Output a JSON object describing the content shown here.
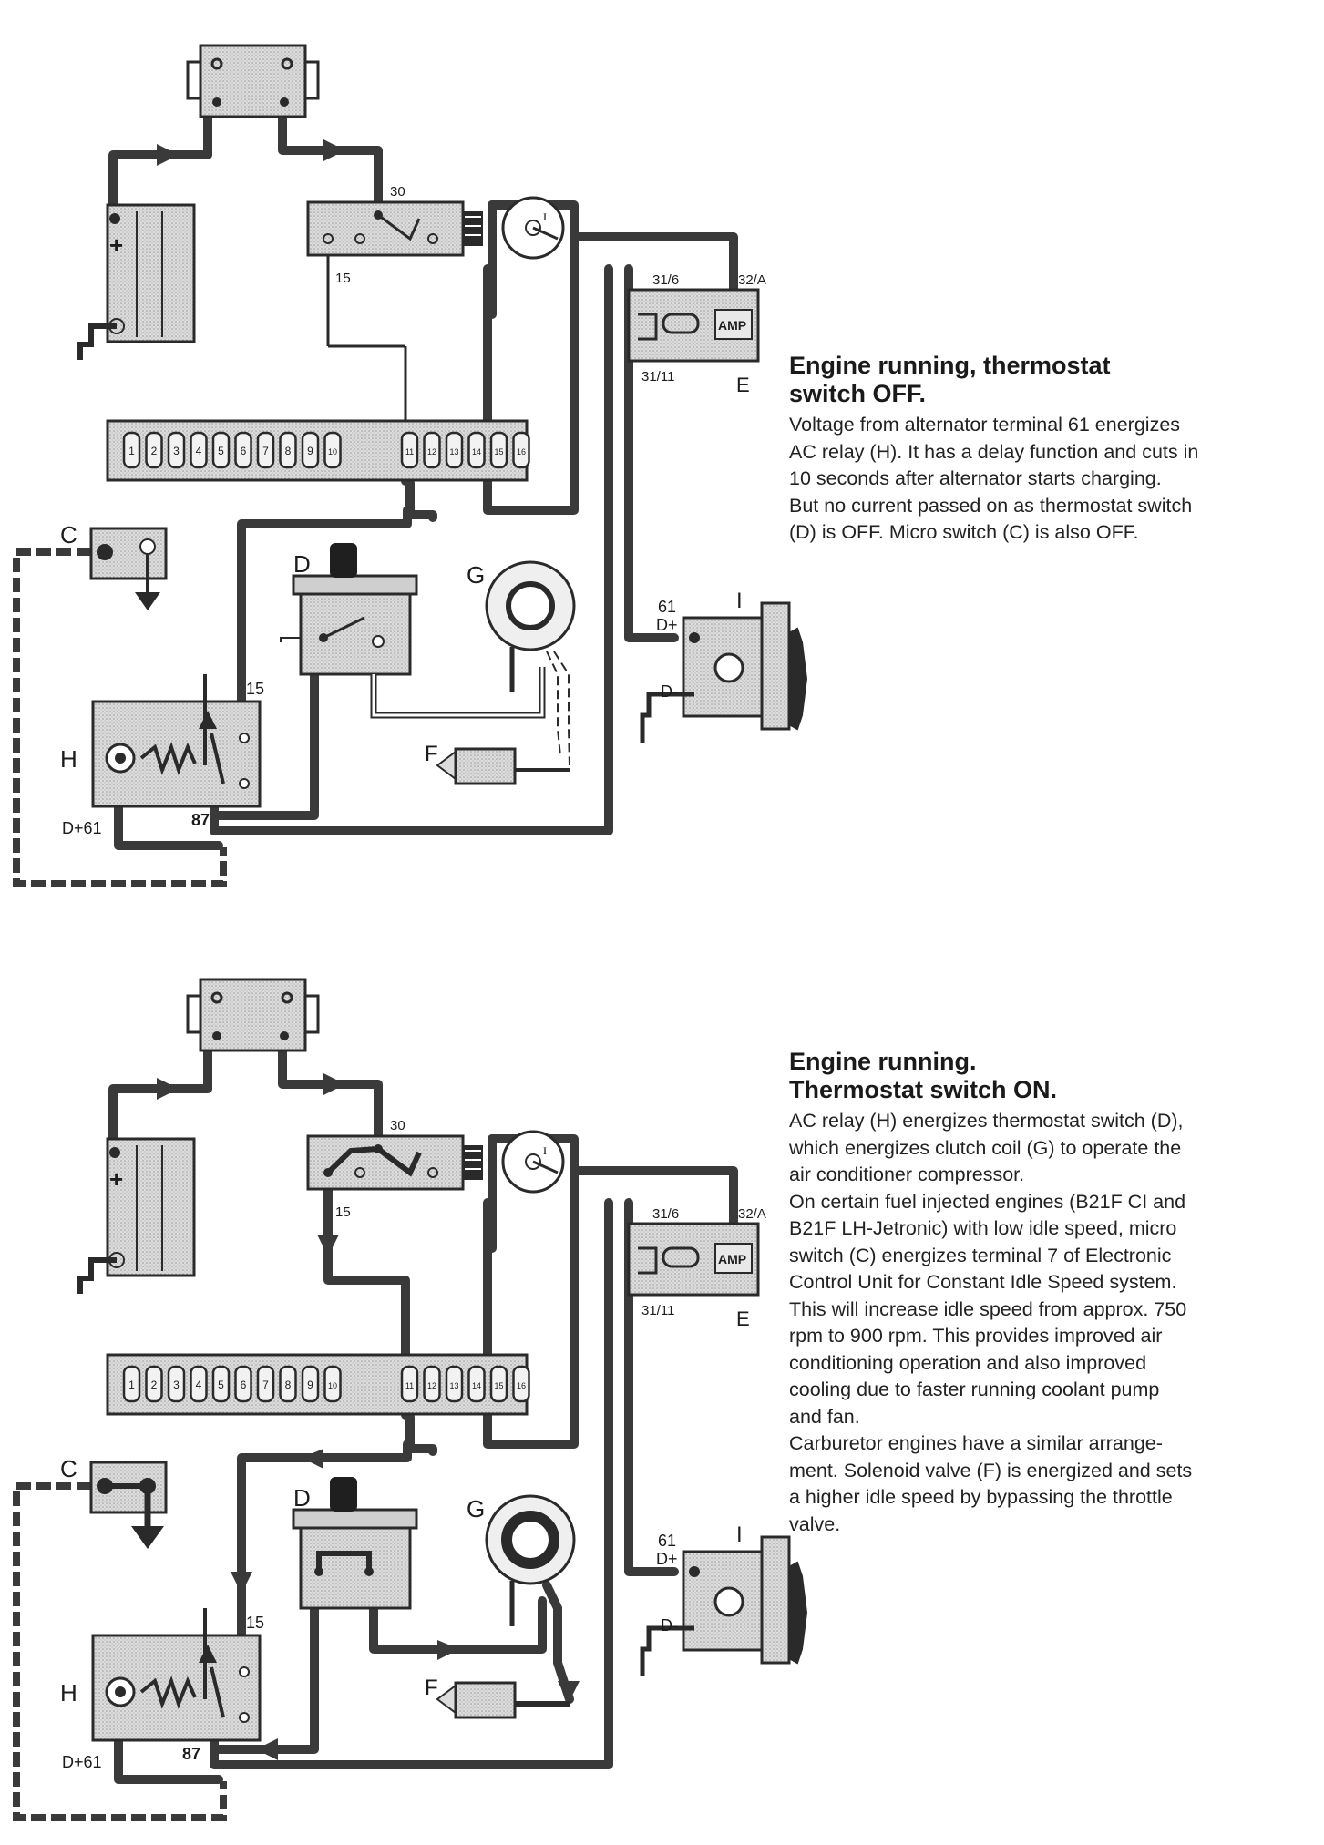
{
  "labels": {
    "c": "C",
    "d": "D",
    "e": "E",
    "f": "F",
    "g": "G",
    "h": "H",
    "i": "I",
    "t30": "30",
    "t15": "15",
    "t31_6": "31/6",
    "t32_a": "32/A",
    "t31_11": "31/11",
    "t61": "61",
    "d_plus": "D+",
    "d_minus": "D-",
    "d_plus_61": "D+61",
    "t87": "87",
    "amp": "AMP",
    "battery_plus": "+"
  },
  "fuses": [
    "1",
    "2",
    "3",
    "4",
    "5",
    "6",
    "7",
    "8",
    "9",
    "10",
    "11",
    "12",
    "13",
    "14",
    "15",
    "16"
  ],
  "panel1": {
    "title_line1": "Engine running, thermostat",
    "title_line2": "switch OFF.",
    "body": [
      "Voltage from alternator terminal 61 energizes",
      "AC relay (H). It has a delay function and cuts in",
      "10 seconds after alternator starts charging.",
      "But no current passed on as thermostat switch",
      "(D) is OFF. Micro switch (C) is also OFF."
    ]
  },
  "panel2": {
    "title_line1": "Engine running.",
    "title_line2": "Thermostat switch ON.",
    "body": [
      "AC relay (H) energizes thermostat switch (D),",
      "which energizes clutch coil (G) to operate the",
      "air conditioner compressor.",
      "On certain fuel injected engines (B21F CI and",
      "B21F LH-Jetronic) with low idle speed, micro",
      "switch (C) energizes terminal 7 of Electronic",
      "Control Unit for Constant Idle Speed system.",
      "This will increase idle speed from approx. 750",
      "rpm to 900 rpm. This provides improved air",
      "conditioning operation and also improved",
      "cooling due to faster running coolant pump",
      "and fan.",
      "Carburetor engines have a similar arrange-",
      "ment. Solenoid valve (F) is energized and sets",
      "a higher idle speed by bypassing the throttle",
      "valve."
    ]
  }
}
